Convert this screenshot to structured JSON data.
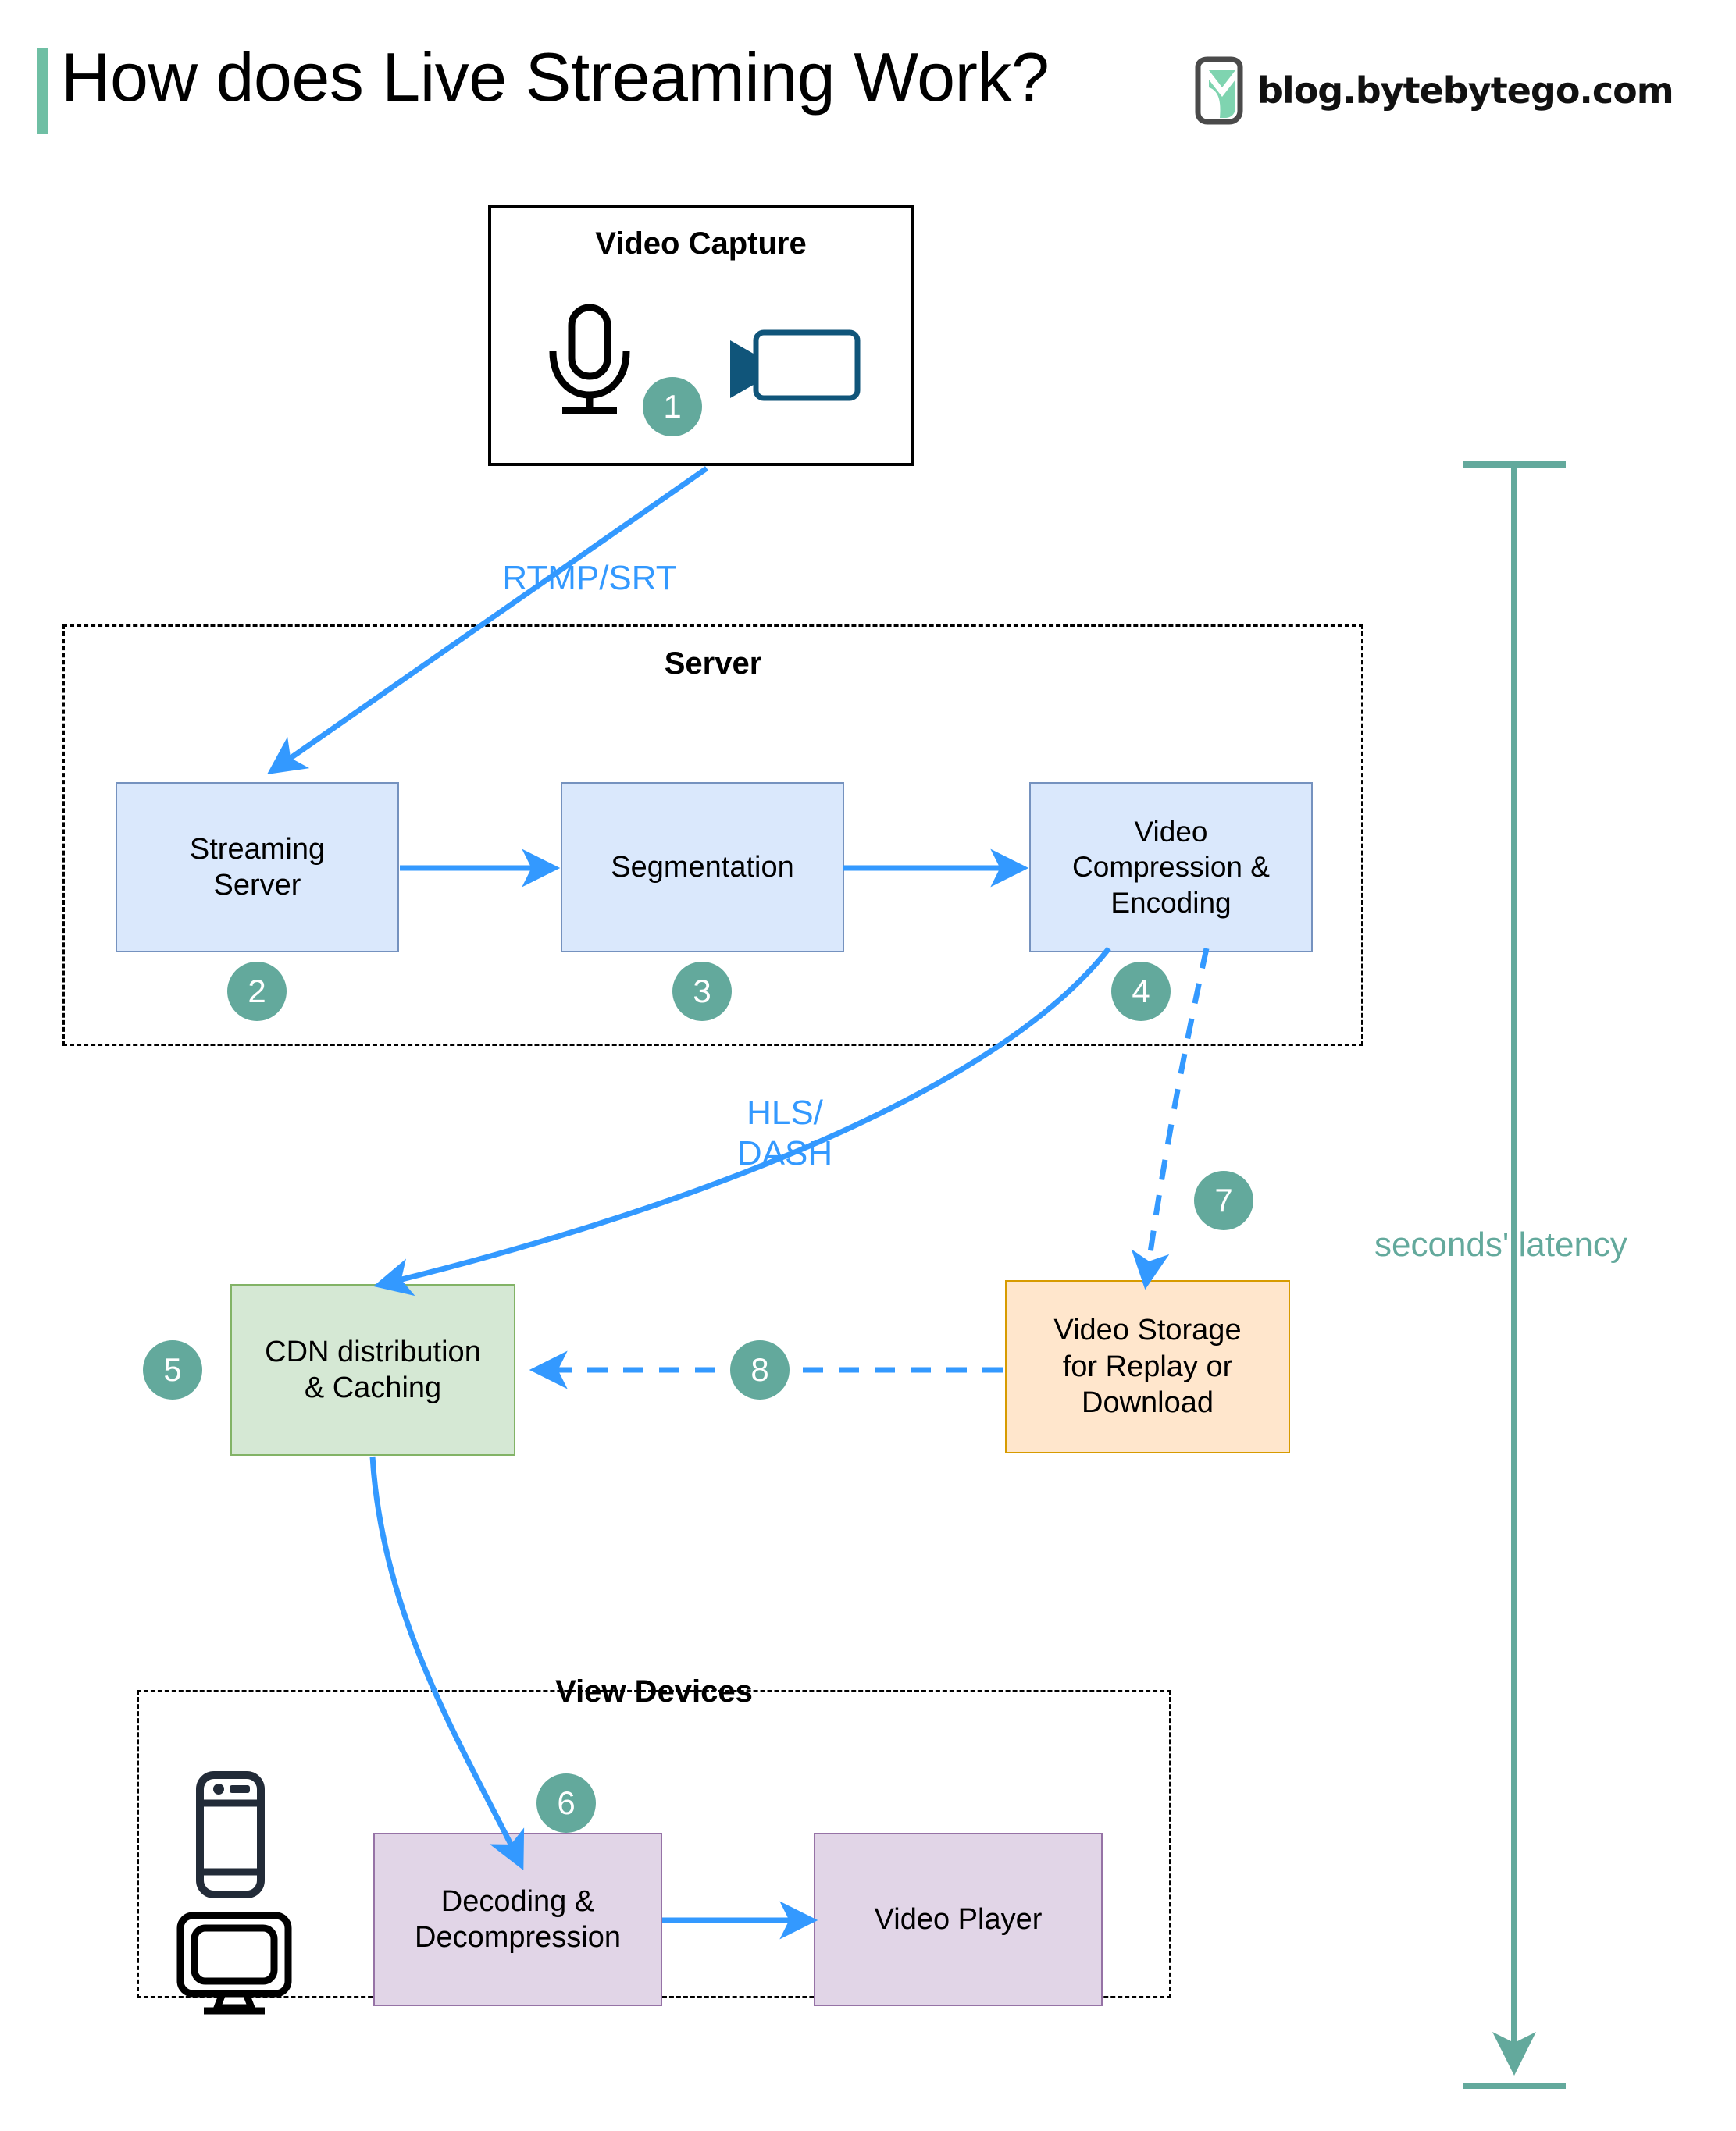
{
  "header": {
    "title": "How does Live Streaming Work?",
    "brand_text": "blog.bytebytego.com",
    "accent_color": "#6fbfa4"
  },
  "colors": {
    "blue_fill": "#dae8fc",
    "blue_stroke": "#7592bf",
    "green_fill": "#d5e8d4",
    "green_stroke": "#82b366",
    "orange_fill": "#ffe6cc",
    "orange_stroke": "#d79b00",
    "purple_fill": "#e1d5e7",
    "purple_stroke": "#9673a6",
    "arrow_blue": "#3399ff",
    "badge_teal": "#63a99c",
    "camera_icon": "#10557a"
  },
  "groups": {
    "capture": {
      "title": "Video Capture"
    },
    "server": {
      "title": "Server"
    },
    "view_devices": {
      "title": "View Devices"
    }
  },
  "nodes": {
    "streaming_server": {
      "label": "Streaming\nServer"
    },
    "segmentation": {
      "label": "Segmentation"
    },
    "video_compression": {
      "label": "Video\nCompression &\nEncoding"
    },
    "cdn": {
      "label": "CDN distribution\n& Caching"
    },
    "video_storage": {
      "label": "Video Storage\nfor Replay or\nDownload"
    },
    "decoding": {
      "label": "Decoding &\nDecompression"
    },
    "video_player": {
      "label": "Video Player"
    }
  },
  "badges": {
    "b1": "1",
    "b2": "2",
    "b3": "3",
    "b4": "4",
    "b5": "5",
    "b6": "6",
    "b7": "7",
    "b8": "8"
  },
  "edge_labels": {
    "rtmp_srt": "RTMP/SRT",
    "hls_dash": "HLS/\nDASH"
  },
  "annotations": {
    "latency": "seconds' latency"
  },
  "icons": {
    "microphone": "microphone-icon",
    "video_camera": "video-camera-icon",
    "smartphone": "smartphone-icon",
    "monitor": "monitor-icon",
    "brand_logo": "bytebytego-logo-icon"
  }
}
